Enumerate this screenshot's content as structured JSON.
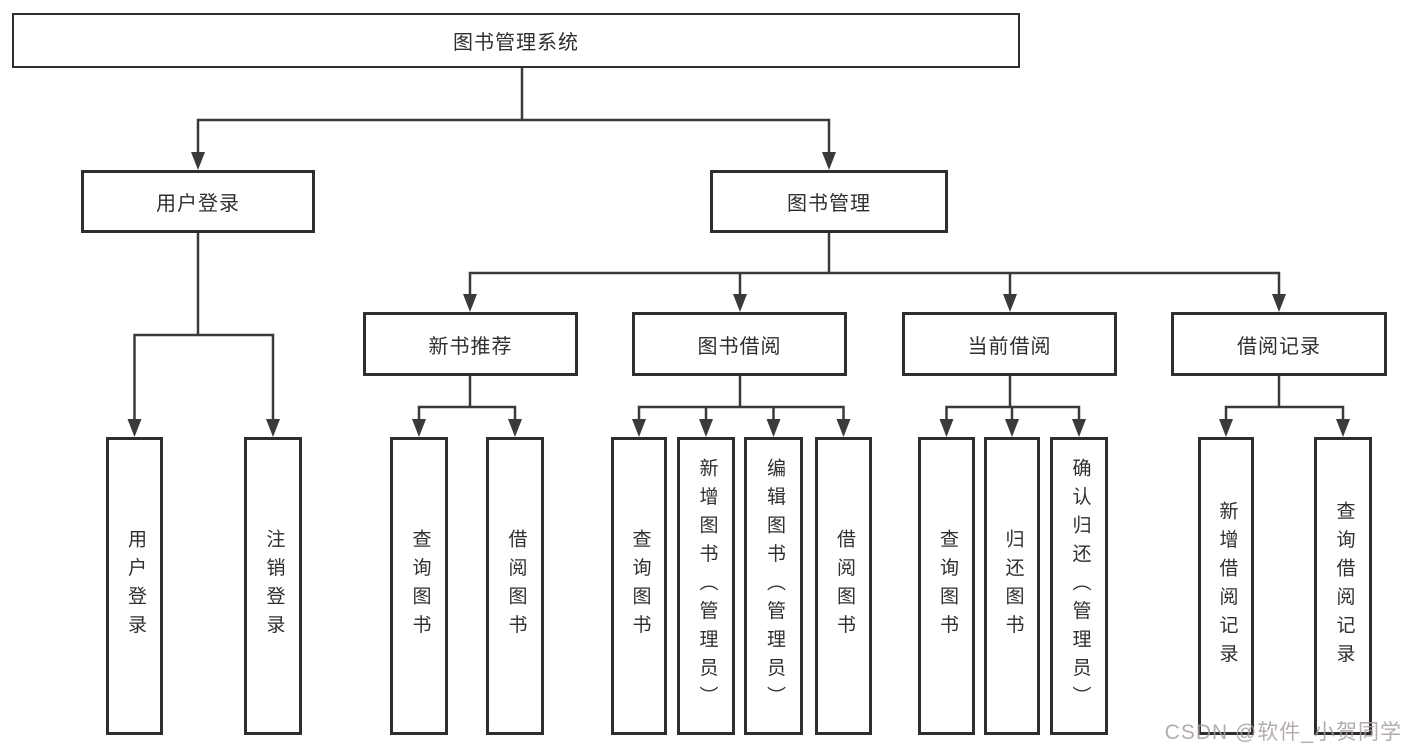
{
  "root": {
    "label": "图书管理系统"
  },
  "branches": {
    "user_login": {
      "label": "用户登录",
      "children": [
        "用户登录",
        "注销登录"
      ]
    },
    "book_mgmt": {
      "label": "图书管理",
      "children": [
        {
          "label": "新书推荐",
          "children": [
            "查询图书",
            "借阅图书"
          ]
        },
        {
          "label": "图书借阅",
          "children": [
            "查询图书",
            "新增图书（管理员）",
            "编辑图书（管理员）",
            "借阅图书"
          ]
        },
        {
          "label": "当前借阅",
          "children": [
            "查询图书",
            "归还图书",
            "确认归还（管理员）"
          ]
        },
        {
          "label": "借阅记录",
          "children": [
            "新增借阅记录",
            "查询借阅记录"
          ]
        }
      ]
    }
  },
  "watermark": {
    "text": "CSDN @软件_小贺同学"
  },
  "colors": {
    "line": "#3a3a3a",
    "box_border": "#2e2e2e",
    "text": "#2f2f2f",
    "watermark": "#a89da0",
    "background": "#ffffff"
  }
}
